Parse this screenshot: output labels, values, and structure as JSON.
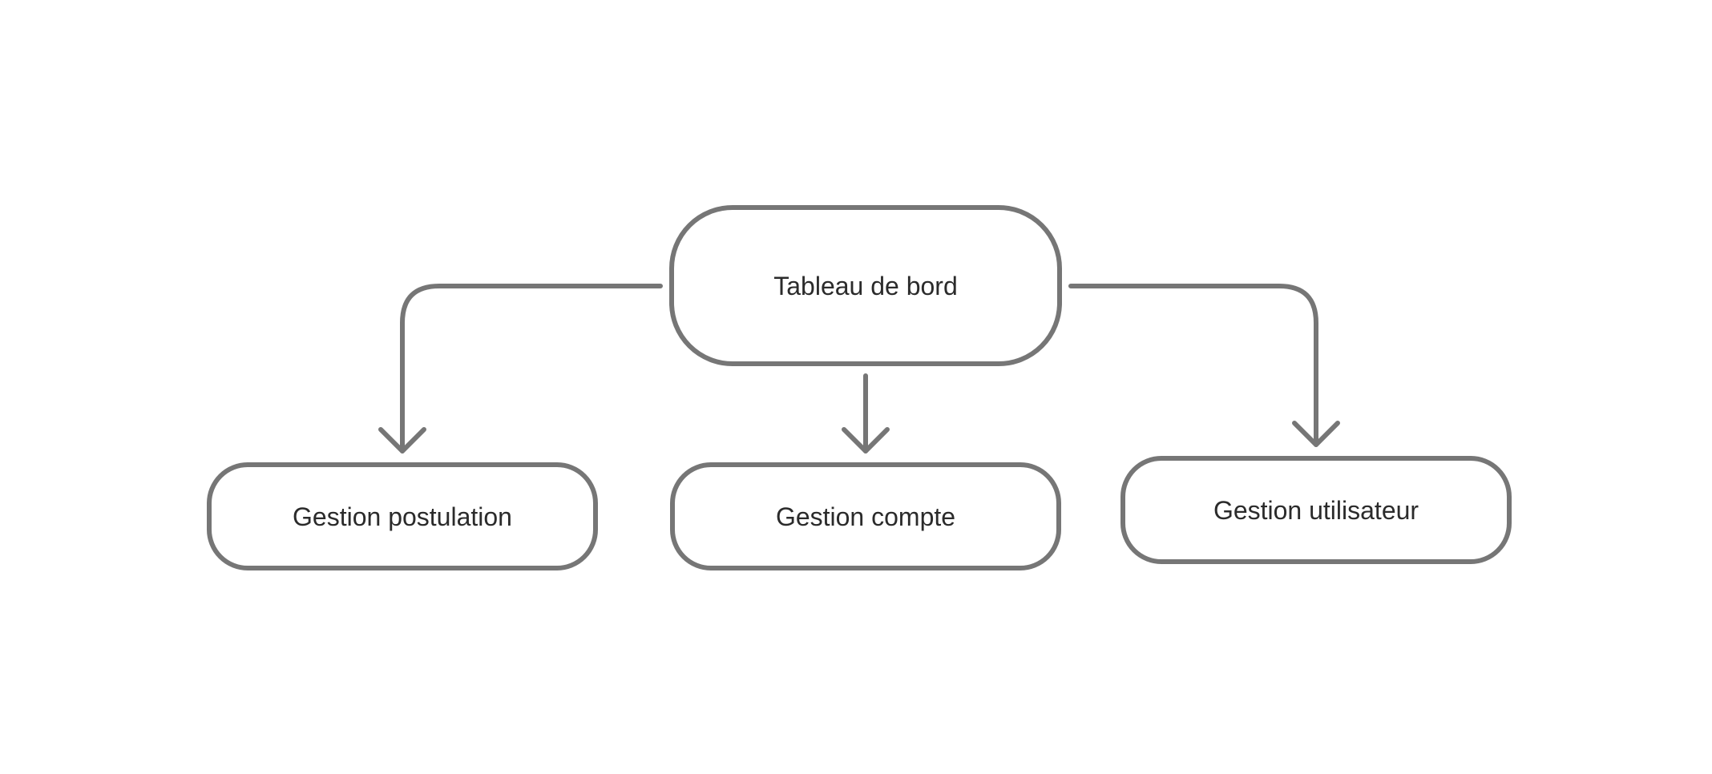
{
  "diagram": {
    "root": {
      "label": "Tableau de bord"
    },
    "children": [
      {
        "label": "Gestion postulation"
      },
      {
        "label": "Gestion compte"
      },
      {
        "label": "Gestion utilisateur"
      }
    ]
  },
  "colors": {
    "stroke": "#767676",
    "text": "#2b2b2b",
    "background": "#ffffff"
  }
}
